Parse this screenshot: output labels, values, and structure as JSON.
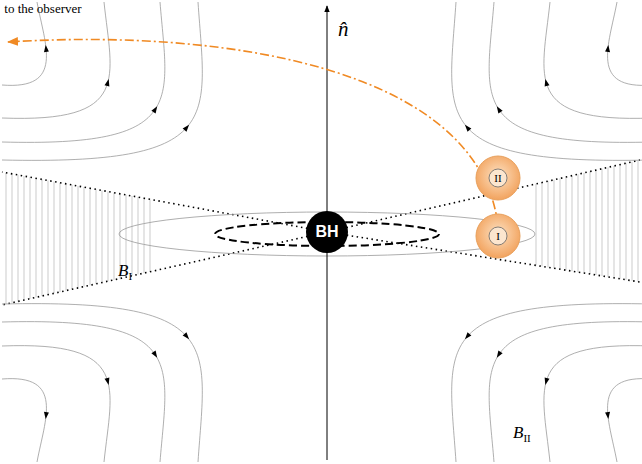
{
  "diagram": {
    "nodes": [
      {
        "text": [
          "BH"
        ]
      },
      {
        "text": [
          "II"
        ]
      },
      {
        "text": [
          "I"
        ]
      }
    ],
    "labels": [
      "to the observer",
      "n̂",
      "BI",
      "BII"
    ]
  }
}
